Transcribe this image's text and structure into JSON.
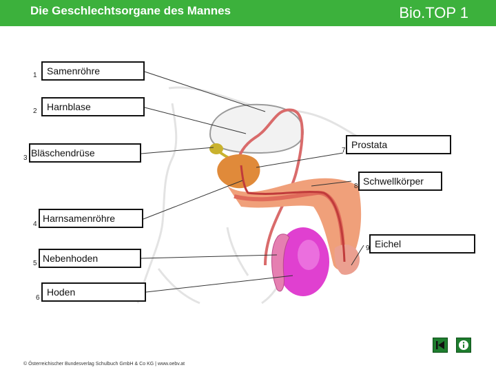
{
  "header": {
    "title": "Die Geschlechtsorgane des Mannes",
    "brand": "Bio.TOP 1",
    "background": "#3cb13c"
  },
  "labels": [
    {
      "number": "1",
      "text": "Samenröhre"
    },
    {
      "number": "2",
      "text": "Harnblase"
    },
    {
      "number": "3",
      "text": "Bläschendrüse"
    },
    {
      "number": "4",
      "text": "Harnsamenröhre"
    },
    {
      "number": "5",
      "text": "Nebenhoden"
    },
    {
      "number": "6",
      "text": "Hoden"
    },
    {
      "number": "7",
      "text": "Prostata"
    },
    {
      "number": "8",
      "text": "Schwellkörper"
    },
    {
      "number": "9",
      "text": "Eichel"
    }
  ],
  "footer": "© Österreichischer Bundesverlag Schulbuch GmbH & Co KG | www.oebv.at",
  "nav": {
    "back_icon": "back-arrow-icon",
    "info_icon": "info-icon"
  }
}
